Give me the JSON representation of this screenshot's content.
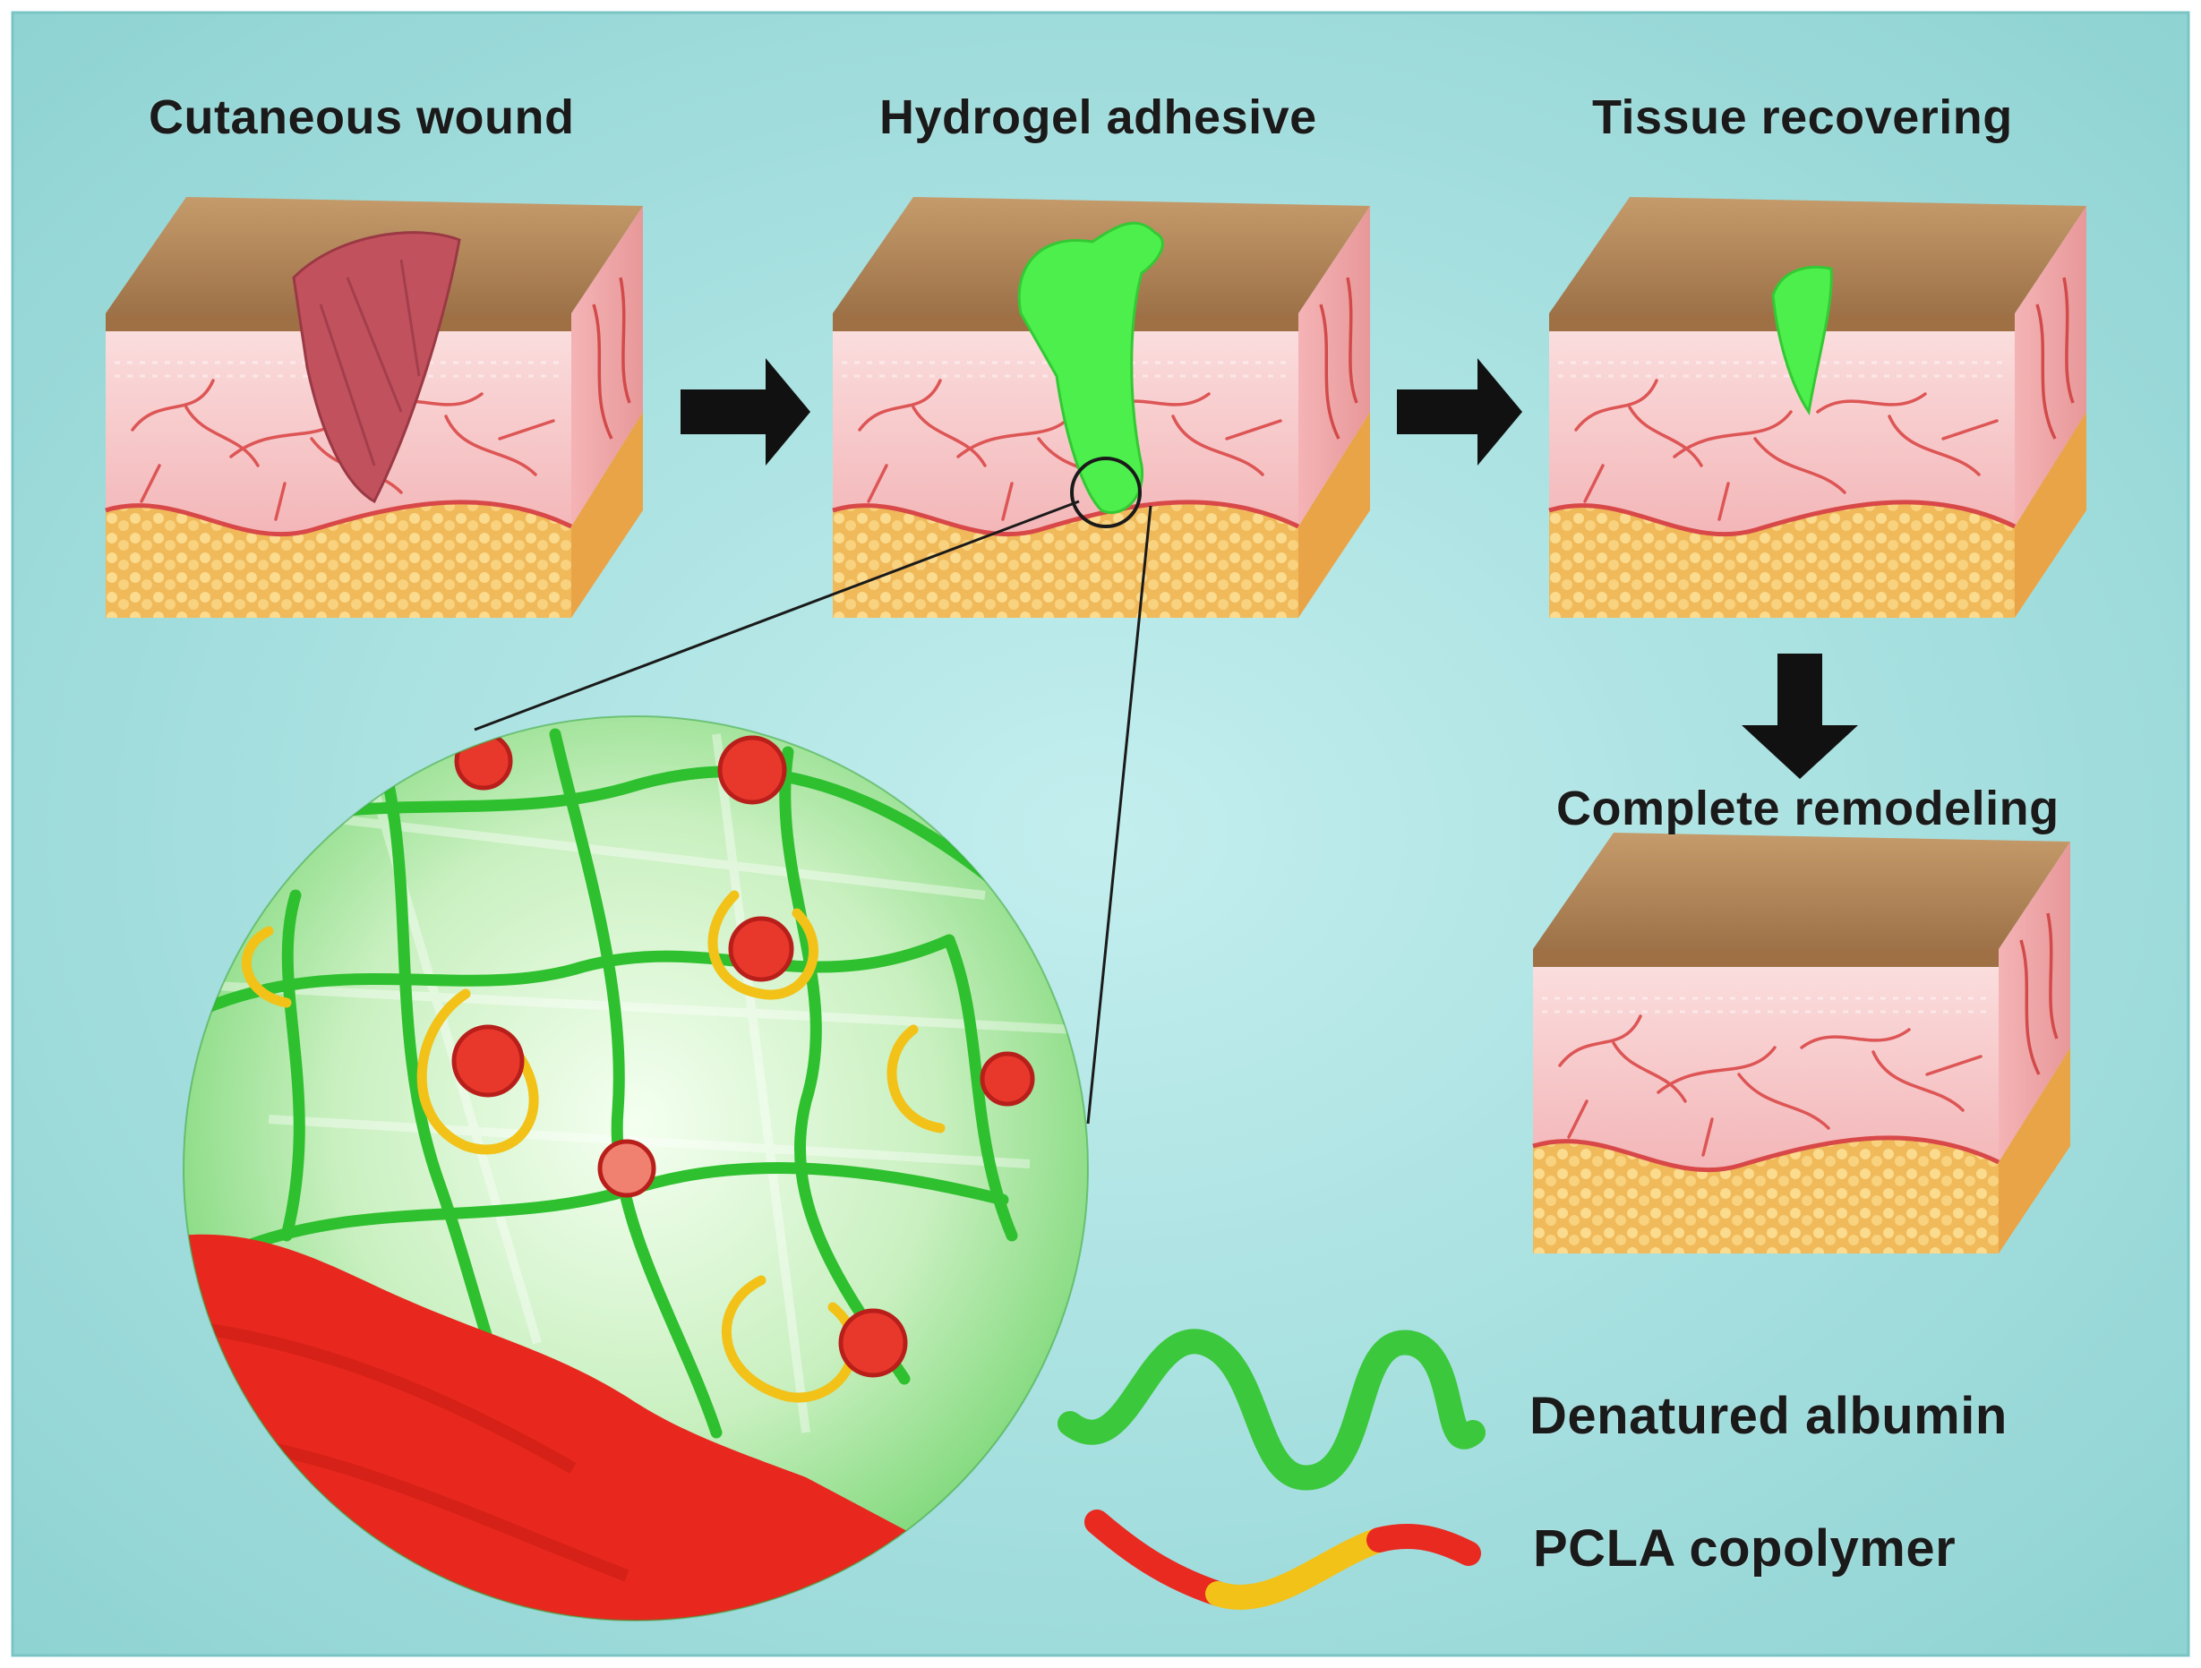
{
  "stages": [
    {
      "title": "Cutaneous wound",
      "state": "open wound"
    },
    {
      "title": "Hydrogel adhesive",
      "state": "wound filled with green hydrogel"
    },
    {
      "title": "Tissue recovering",
      "state": "small green hydrogel residue"
    },
    {
      "title": "Complete remodeling",
      "state": "intact skin"
    }
  ],
  "legend": [
    {
      "label": "Denatured albumin",
      "icon": "green-wave-icon",
      "color": "#3cc83c"
    },
    {
      "label": "PCLA copolymer",
      "icon": "red-yellow-strand-icon",
      "colors": [
        "#e82a20",
        "#f2c218"
      ]
    }
  ],
  "colors": {
    "background": "#9fdede",
    "hydrogel": "#4cef4c",
    "wound": "#c2515e",
    "dermis": "#f7c6c6",
    "vessel": "#e05555",
    "fat": "#f2c46a",
    "epidermis": "#b68a5c",
    "tissue": "#e8281e"
  }
}
